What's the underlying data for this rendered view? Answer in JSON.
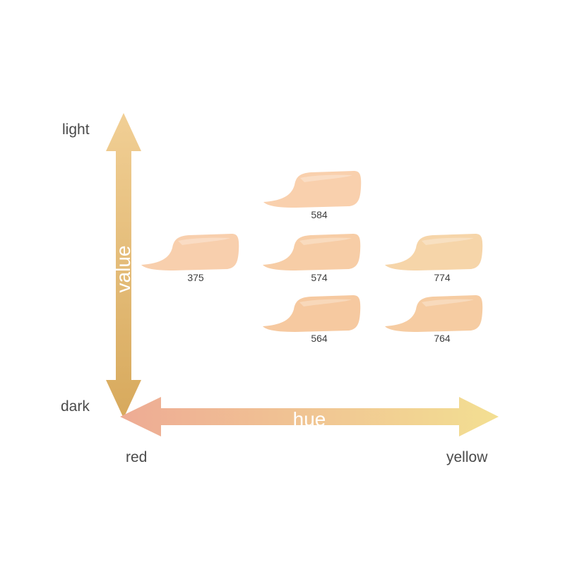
{
  "axes": {
    "value": {
      "label": "value",
      "top_label": "light",
      "bottom_label": "dark",
      "color_top": "#f1cf95",
      "color_bottom": "#d7a95c"
    },
    "hue": {
      "label": "hue",
      "left_label": "red",
      "right_label": "yellow",
      "color_left": "#eeab94",
      "color_right": "#f3df92"
    }
  },
  "shades": [
    {
      "code": "584",
      "color": "#f9d0ad"
    },
    {
      "code": "375",
      "color": "#f8cfad"
    },
    {
      "code": "574",
      "color": "#f7cda6"
    },
    {
      "code": "774",
      "color": "#f6d5a9"
    },
    {
      "code": "564",
      "color": "#f6c9a0"
    },
    {
      "code": "764",
      "color": "#f6cca2"
    }
  ]
}
